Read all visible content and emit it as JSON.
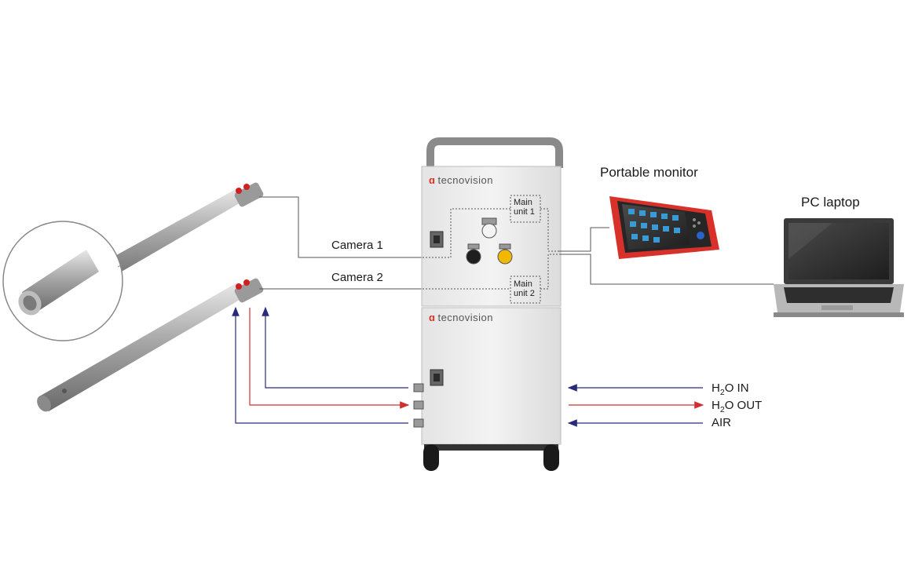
{
  "brand": {
    "logo_text": "tecnovision",
    "accent_color": "#e03020"
  },
  "units": {
    "main_unit_1": [
      "Main",
      "unit 1"
    ],
    "main_unit_2": [
      "Main",
      "unit 2"
    ]
  },
  "labels": {
    "camera_1": "Camera 1",
    "camera_2": "Camera 2",
    "portable_monitor": "Portable monitor",
    "pc_laptop": "PC laptop",
    "h2o_in_prefix": "H",
    "h2o_in_sub": "2",
    "h2o_in_suffix": "O IN",
    "h2o_out_prefix": "H",
    "h2o_out_sub": "2",
    "h2o_out_suffix": "O OUT",
    "air": "AIR"
  },
  "colors": {
    "water_in": "#2a2a7a",
    "water_out": "#d03030",
    "air": "#2a2a7a",
    "signal_line": "#555555"
  }
}
